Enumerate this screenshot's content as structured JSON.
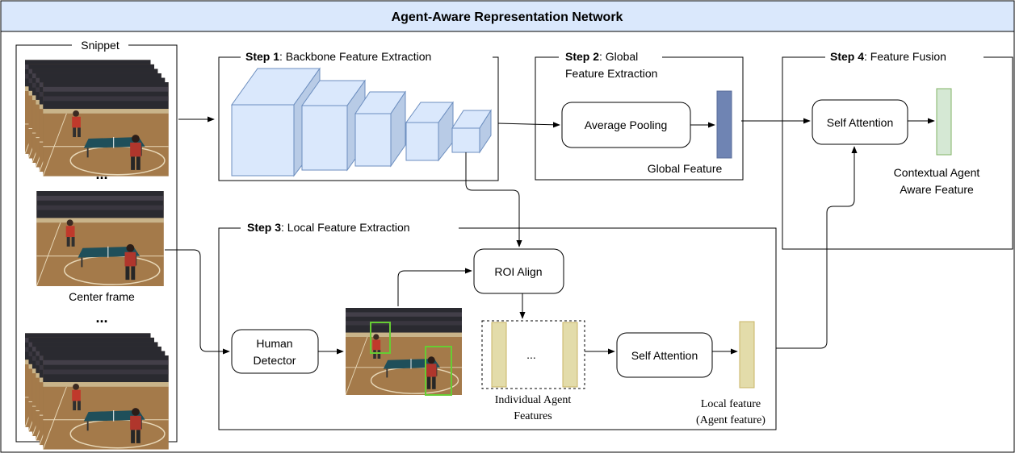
{
  "title": "Agent-Aware Representation Network",
  "snippet": {
    "label": "Snippet",
    "ellipsis_top": "...",
    "center_label": "Center frame",
    "ellipsis_bottom": "..."
  },
  "step1": {
    "step": "Step 1",
    "text": ": Backbone Feature Extraction"
  },
  "step2": {
    "step": "Step 2",
    "text_line1": ": Global",
    "text_line2": "Feature Extraction",
    "pool_label": "Average Pooling",
    "feature_label": "Global Feature"
  },
  "step3": {
    "step": "Step 3",
    "text": ": Local Feature Extraction",
    "detector_line1": "Human",
    "detector_line2": "Detector",
    "roi_label": "ROI Align",
    "dots": "...",
    "indiv_line1": "Individual Agent",
    "indiv_line2": "Features",
    "attn_label": "Self Attention",
    "local_line1": "Local feature",
    "local_line2": "(Agent feature)"
  },
  "step4": {
    "step": "Step 4",
    "text": ": Feature Fusion",
    "attn_label": "Self Attention",
    "out_line1": "Contextual Agent",
    "out_line2": "Aware Feature"
  },
  "colors": {
    "title_bg": "#dae8fc",
    "cube_fill": "#dae8fc",
    "cube_side": "#b8cbe6",
    "cube_stroke": "#6c8ebf",
    "global_feature": "#6f84b3",
    "output_feature": "#d5e8d4",
    "output_stroke": "#82b366",
    "agent_feature": "#e3dcaa",
    "agent_stroke": "#c8b565",
    "detect_box": "#66cc33"
  }
}
